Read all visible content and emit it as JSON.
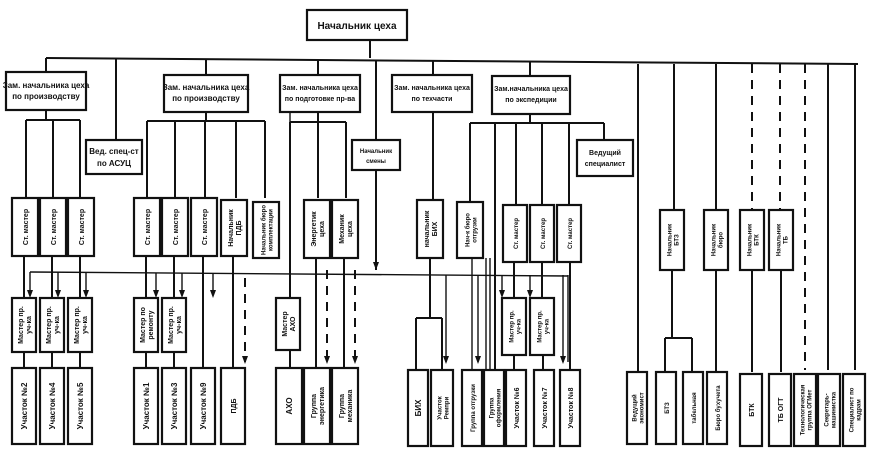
{
  "title": "Начальник цеха",
  "level1": {
    "dep_prod_1": [
      "Зам. начальника цеха",
      "по производству"
    ],
    "asuc": [
      "Вед. спец-ст",
      "по АСУЦ"
    ],
    "dep_prod_2": [
      "Зам. начальника цеха",
      "по производству"
    ],
    "dep_prep": [
      "Зам. начальника цеха",
      "по подготовке пр-ва"
    ],
    "shift_head": [
      "Начальник",
      "смены"
    ],
    "dep_tech": [
      "Зам. начальника цеха",
      "по техчасти"
    ],
    "dep_exp": [
      "Зам.начальника цеха",
      "по экспедиции"
    ],
    "lead_spec": [
      "Ведущий",
      "специалист"
    ]
  },
  "level2": {
    "st_master": "Ст. мастер",
    "pdb_head": [
      "Начальник",
      "ПДБ"
    ],
    "bureau_compl": [
      "Начальник бюро",
      "комплектации"
    ],
    "energ": [
      "Энергетик",
      "цеха"
    ],
    "mech": [
      "Механик",
      "цеха"
    ],
    "bih_head": [
      "начальник",
      "БИХ"
    ],
    "ship_head": [
      "Нач-к бюро",
      "отгрузки"
    ],
    "btz_head": [
      "Начальник",
      "БТЗ"
    ],
    "bureau_head": [
      "Начальник",
      "бюро"
    ],
    "btk_head": [
      "Начальник",
      "БТК"
    ],
    "tb_head": [
      "Начальник",
      "ТБ"
    ]
  },
  "level3": {
    "master_uch": [
      "Мастер пр.",
      "уч-ка"
    ],
    "master_rem": [
      "Мастер по",
      "ремонту"
    ],
    "master_aho": [
      "Мастер",
      "АХО"
    ]
  },
  "level4": {
    "uch2": "Участок №2",
    "uch4": "Участок №4",
    "uch5": "Участок №5",
    "uch1": "Участок №1",
    "uch3": "Участок №3",
    "uch9": "Участок №9",
    "pdb": "ПДБ",
    "aho": "АХО",
    "grp_energ": [
      "Группа",
      "энергетика"
    ],
    "grp_mech": [
      "Группа",
      "механика"
    ],
    "bih": "БИХ",
    "uch_rem": [
      "Участок",
      "Ремпри"
    ],
    "grp_ship": "Группа отгрузки",
    "grp_doc": [
      "Группа",
      "оформления"
    ],
    "uch6": "Участок №6",
    "uch7": "Участок №7",
    "uch8": "Участок №8",
    "lead_econ": [
      "Ведущий",
      "экономист"
    ],
    "btz": "БТЗ",
    "tabel": "табельная",
    "buh": "Бюро бухучета",
    "btk": "БТК",
    "tb_ogt": "ТБ ОГТ",
    "tech_grp": [
      "Технологическая",
      "группа ОГМет"
    ],
    "secretary": [
      "Секретарь-",
      "машинистка"
    ],
    "hr": [
      "Специалист по",
      "кадрам"
    ]
  }
}
